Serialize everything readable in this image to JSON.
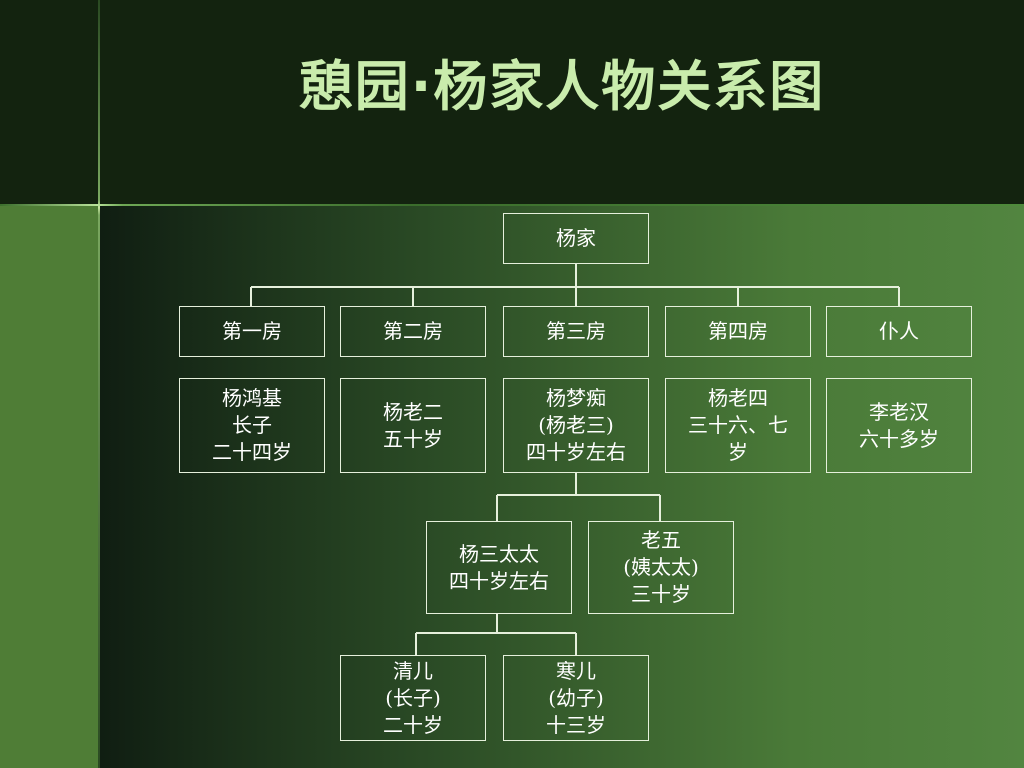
{
  "title": "憩园·杨家人物关系图",
  "colors": {
    "title": "#c9ecac",
    "node_text": "#ffffff",
    "node_border": "#e6f0dc",
    "accent_line": "#c9e7a4"
  },
  "tree": {
    "root": "杨家",
    "branches": [
      {
        "name": "第一房",
        "person": [
          "杨鸿基",
          "长子",
          "二十四岁"
        ]
      },
      {
        "name": "第二房",
        "person": [
          "杨老二",
          "五十岁"
        ]
      },
      {
        "name": "第三房",
        "person": [
          "杨梦痴",
          "(杨老三)",
          "四十岁左右"
        ]
      },
      {
        "name": "第四房",
        "person": [
          "杨老四",
          "三十六、七",
          "岁"
        ]
      },
      {
        "name": "仆人",
        "person": [
          "李老汉",
          "六十多岁"
        ]
      }
    ],
    "third_branch_spouses": [
      [
        "杨三太太",
        "四十岁左右"
      ],
      [
        "老五",
        "(姨太太)",
        "三十岁"
      ]
    ],
    "children": [
      [
        "清儿",
        "(长子)",
        "二十岁"
      ],
      [
        "寒儿",
        "(幼子)",
        "十三岁"
      ]
    ]
  }
}
